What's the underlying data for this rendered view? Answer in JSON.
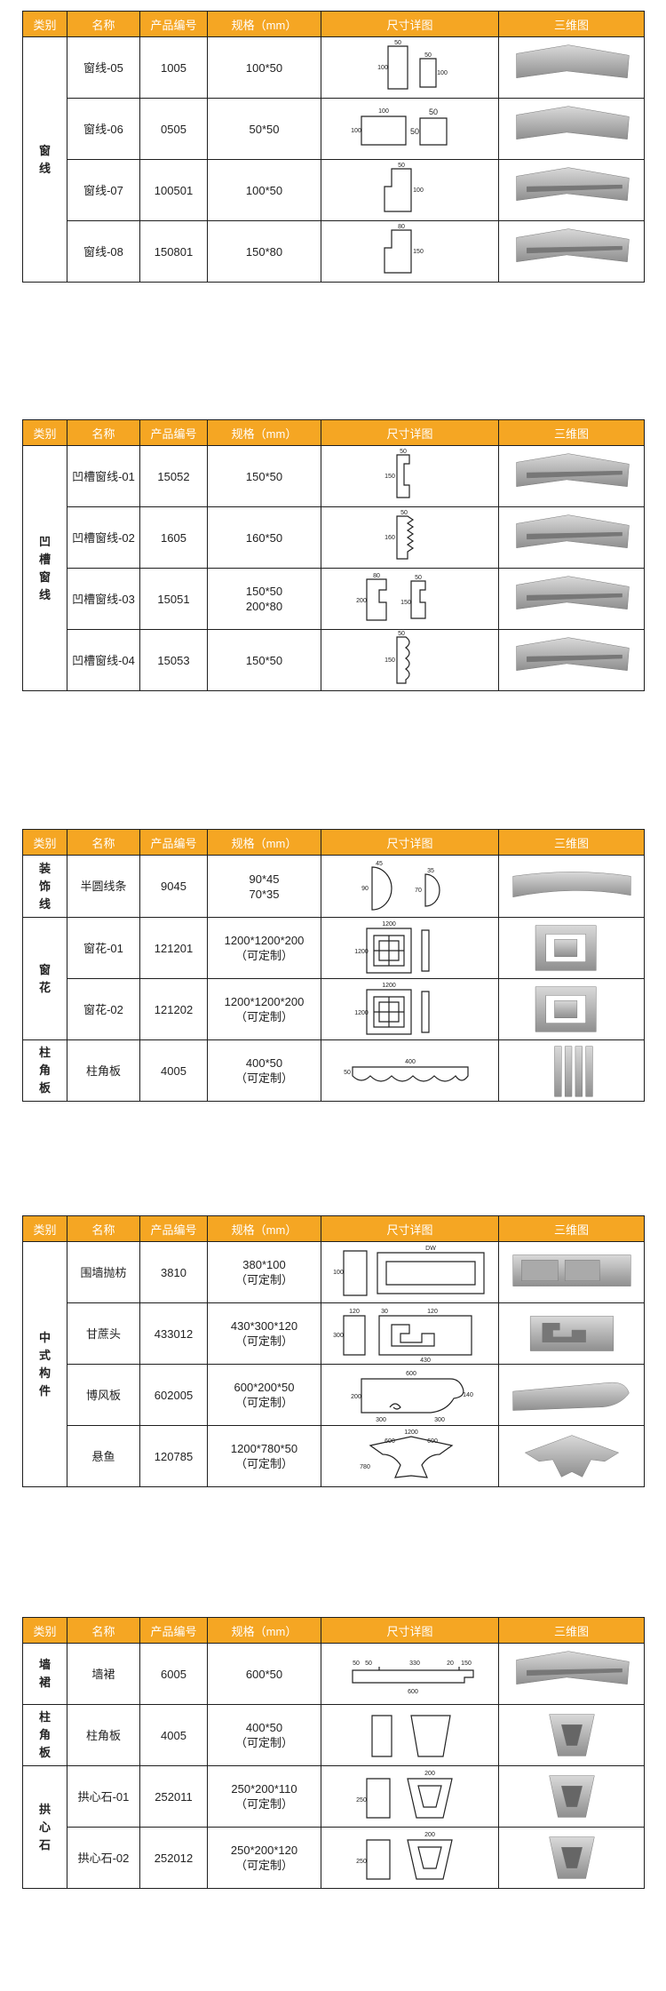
{
  "headers": [
    "类别",
    "名称",
    "产品编号",
    "规格（mm）",
    "尺寸详图",
    "三维图"
  ],
  "tables": [
    {
      "groups": [
        {
          "category": "窗线",
          "rows": [
            {
              "name": "窗线-05",
              "code": "1005",
              "spec": [
                "100*50"
              ],
              "icon": "rect-block-profile-icon",
              "labels": [
                "50",
                "100",
                "50",
                "100"
              ]
            },
            {
              "name": "窗线-06",
              "code": "0505",
              "spec": [
                "50*50"
              ],
              "icon": "square-block-profile-icon",
              "labels": [
                "100",
                "100",
                "50",
                "50",
                "50"
              ]
            },
            {
              "name": "窗线-07",
              "code": "100501",
              "spec": [
                "100*50"
              ],
              "icon": "step-profile-icon",
              "labels": [
                "50",
                "100"
              ]
            },
            {
              "name": "窗线-08",
              "code": "150801",
              "spec": [
                "150*80"
              ],
              "icon": "step-profile-icon",
              "labels": [
                "80",
                "150"
              ]
            }
          ]
        }
      ]
    },
    {
      "groups": [
        {
          "category": "凹槽窗线",
          "rows": [
            {
              "name": "凹槽窗线-01",
              "code": "15052",
              "spec": [
                "150*50"
              ],
              "icon": "groove-profile-icon",
              "labels": [
                "50",
                "150"
              ]
            },
            {
              "name": "凹槽窗线-02",
              "code": "1605",
              "spec": [
                "160*50"
              ],
              "icon": "serrated-profile-icon",
              "labels": [
                "50",
                "160"
              ]
            },
            {
              "name": "凹槽窗线-03",
              "code": "15051",
              "spec": [
                "150*50",
                "200*80"
              ],
              "icon": "double-groove-profile-icon",
              "labels": [
                "80",
                "50",
                "200",
                "150"
              ]
            },
            {
              "name": "凹槽窗线-04",
              "code": "15053",
              "spec": [
                "150*50"
              ],
              "icon": "wave-profile-icon",
              "labels": [
                "50",
                "150"
              ]
            }
          ]
        }
      ]
    },
    {
      "groups": [
        {
          "category": "装饰线",
          "rows": [
            {
              "name": "半圆线条",
              "code": "9045",
              "spec": [
                "90*45",
                "70*35"
              ],
              "icon": "half-round-profile-icon",
              "labels": [
                "45",
                "35",
                "90",
                "70"
              ]
            }
          ]
        },
        {
          "category": "窗花",
          "rows": [
            {
              "name": "窗花-01",
              "code": "121201",
              "spec": [
                "1200*1200*200",
                "（可定制）"
              ],
              "icon": "lattice-window-icon",
              "labels": [
                "1200",
                "1200"
              ]
            },
            {
              "name": "窗花-02",
              "code": "121202",
              "spec": [
                "1200*1200*200",
                "（可定制）"
              ],
              "icon": "lattice-window-icon",
              "labels": [
                "1200",
                "1200"
              ]
            }
          ]
        },
        {
          "category": "柱角板",
          "rows": [
            {
              "name": "柱角板",
              "code": "4005",
              "spec": [
                "400*50",
                "（可定制）"
              ],
              "icon": "scalloped-board-icon",
              "labels": [
                "400",
                "50"
              ]
            }
          ]
        }
      ]
    },
    {
      "groups": [
        {
          "category": "中式构件",
          "rows": [
            {
              "name": "围墙抛枋",
              "code": "3810",
              "spec": [
                "380*100",
                "（可定制）"
              ],
              "icon": "wall-beam-icon",
              "labels": [
                "100",
                "DW"
              ]
            },
            {
              "name": "甘蔗头",
              "code": "433012",
              "spec": [
                "430*300*120",
                "（可定制）"
              ],
              "icon": "fret-block-icon",
              "labels": [
                "120",
                "30",
                "120",
                "300",
                "430"
              ]
            },
            {
              "name": "博风板",
              "code": "602005",
              "spec": [
                "600*200*50",
                "（可定制）"
              ],
              "icon": "gable-board-icon",
              "labels": [
                "600",
                "200",
                "140",
                "300",
                "300"
              ]
            },
            {
              "name": "悬鱼",
              "code": "120785",
              "spec": [
                "1200*780*50",
                "（可定制）"
              ],
              "icon": "hanging-fish-icon",
              "labels": [
                "1200",
                "600",
                "600",
                "780"
              ]
            }
          ]
        }
      ]
    },
    {
      "groups": [
        {
          "category": "墙裙",
          "rows": [
            {
              "name": "墙裙",
              "code": "6005",
              "spec": [
                "600*50"
              ],
              "icon": "wainscot-profile-icon",
              "labels": [
                "50",
                "50",
                "330",
                "20",
                "150",
                "600"
              ]
            }
          ]
        },
        {
          "category": "柱角板",
          "rows": [
            {
              "name": "柱角板",
              "code": "4005",
              "spec": [
                "400*50",
                "（可定制）"
              ],
              "icon": "trapezoid-block-icon",
              "labels": []
            }
          ]
        },
        {
          "category": "拱心石",
          "rows": [
            {
              "name": "拱心石-01",
              "code": "252011",
              "spec": [
                "250*200*110",
                "（可定制）"
              ],
              "icon": "keystone-icon",
              "labels": [
                "250",
                "200"
              ]
            },
            {
              "name": "拱心石-02",
              "code": "252012",
              "spec": [
                "250*200*120",
                "（可定制）"
              ],
              "icon": "keystone-icon",
              "labels": [
                "250",
                "200"
              ]
            }
          ]
        }
      ]
    }
  ]
}
